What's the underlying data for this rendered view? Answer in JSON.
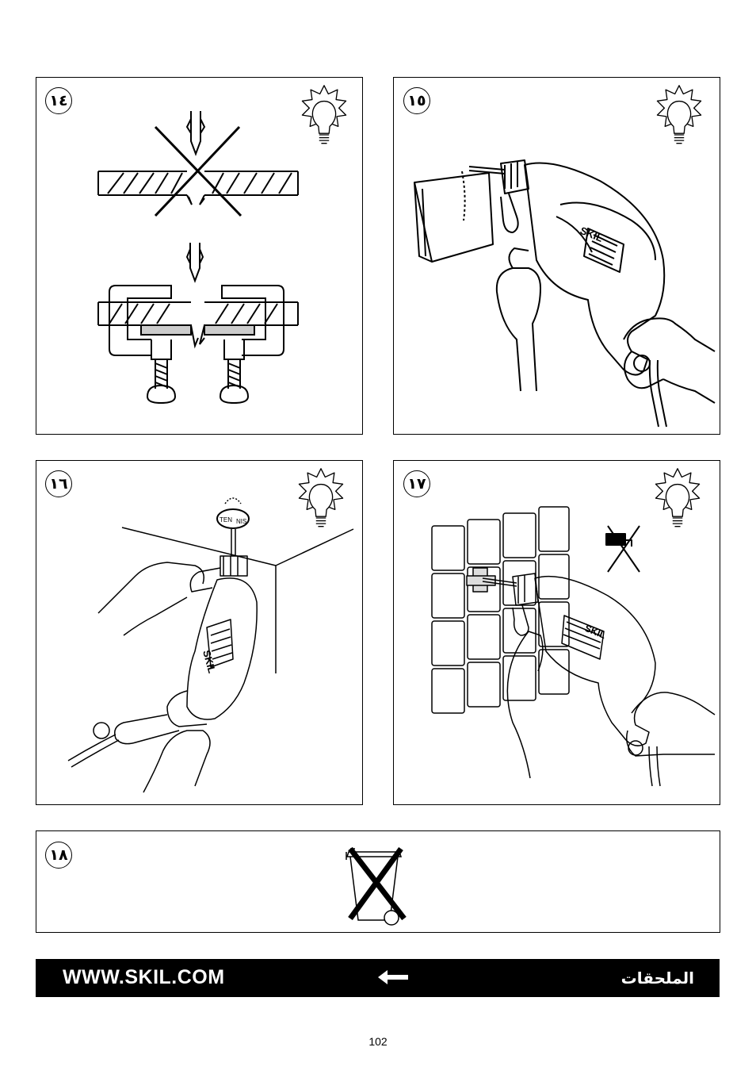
{
  "panels": [
    {
      "number": "١٤"
    },
    {
      "number": "١٥",
      "brand": "SKIL"
    },
    {
      "number": "١٦",
      "brand": "SKIL",
      "ball_label_left": "TEN",
      "ball_label_right": "NIS"
    },
    {
      "number": "١٧",
      "brand": "SKIL"
    },
    {
      "number": "١٨"
    }
  ],
  "icons": {
    "tip": "lightbulb-icon",
    "no_hammer": "no-hammer-action-icon",
    "disposal": "crossed-out-wheelie-bin-icon"
  },
  "footer": {
    "website": "WWW.SKIL.COM",
    "section_label": "الملحقات",
    "arrow": "left-arrow-icon"
  },
  "page_number": "102"
}
